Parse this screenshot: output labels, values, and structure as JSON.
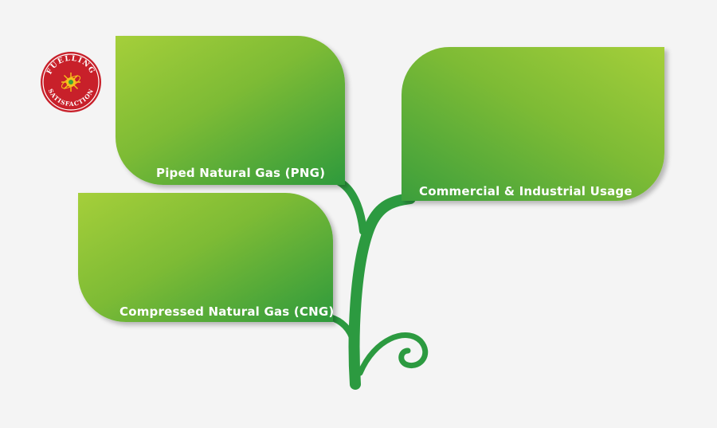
{
  "badge": {
    "text_top": "FUELLING",
    "text_bottom": "SATISFACTION",
    "icon": "sun-flame-icon",
    "color": "#c8202a"
  },
  "leaves": {
    "png": {
      "label": "Piped Natural Gas (PNG)"
    },
    "commercial": {
      "label": "Commercial & Industrial Usage"
    },
    "cng": {
      "label": "Compressed Natural Gas (CNG)"
    }
  },
  "colors": {
    "leaf_light": "#a5cf3a",
    "leaf_dark": "#2e9a3c",
    "stem": "#2c9a40"
  }
}
